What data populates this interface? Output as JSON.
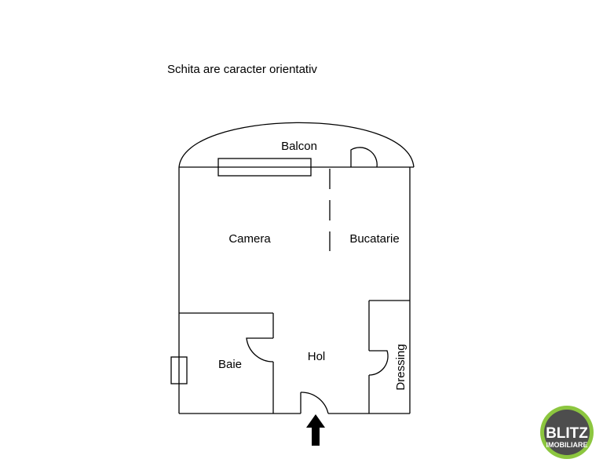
{
  "note": "Schita are caracter orientativ",
  "rooms": {
    "balcon": "Balcon",
    "camera": "Camera",
    "bucatarie": "Bucatarie",
    "baie": "Baie",
    "hol": "Hol",
    "dressing": "Dressing"
  },
  "logo": {
    "name": "BLITZ",
    "sub": "IMOBILIARE",
    "ring_color": "#8cc63f",
    "body_color": "#4d4d4d"
  },
  "icons": {
    "entrance": "arrow-up-icon"
  }
}
